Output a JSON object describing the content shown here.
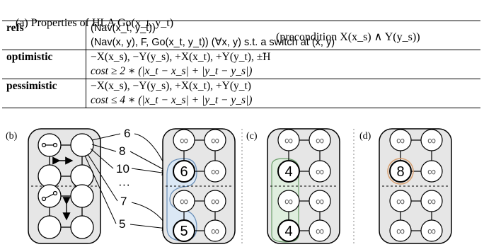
{
  "caption": {
    "left": "(a) Properties of HLA Go(x_t, y_t)",
    "right": "(precondition X(x_s) ∧ Y(y_s))"
  },
  "table": {
    "rows": [
      {
        "key": "refs",
        "lines": [
          "(Nav(x_t, y_t))",
          "(Nav(x, y), F, Go(x_t, y_t))     (∀x, y) s.t. a switch at (x, y)"
        ]
      },
      {
        "key": "optimistic",
        "lines": [
          "−X(x_s), −Y(y_s), +X(x_t), +Y(y_t), ±̃H",
          "cost ≥ 2 ∗ (|x_t − x_s| + |y_t − y_s|)"
        ]
      },
      {
        "key": "pessimistic",
        "lines": [
          "−X(x_s), −Y(y_s), +X(x_t), +Y(y_t)",
          "cost ≤ 4 ∗ (|x_t − x_s| + |y_t − y_s|)"
        ]
      }
    ]
  },
  "panels": {
    "b": {
      "label": "(b)",
      "edge_labels": [
        "6",
        "8",
        "10",
        "···",
        "7",
        "5"
      ],
      "right_values": [
        "6",
        "5"
      ]
    },
    "c": {
      "label": "(c)",
      "values": [
        "4",
        "4"
      ]
    },
    "d": {
      "label": "(d)",
      "values": [
        "8"
      ]
    }
  },
  "symbols": {
    "infinity": "∞"
  },
  "colors": {
    "panel_fill": "#e6e6e6",
    "blue_region": "#dbe8f5",
    "green_region": "#dfeede",
    "orange_region": "#f7e6d6"
  }
}
